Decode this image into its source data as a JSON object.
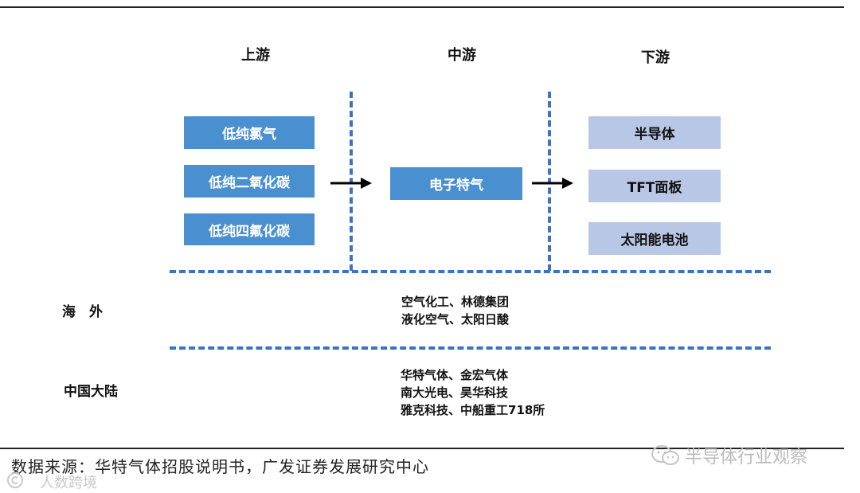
{
  "headers": {
    "upstream": "上游",
    "midstream": "中游",
    "downstream": "下游"
  },
  "upstream_boxes": [
    "低纯氯气",
    "低纯二氧化碳",
    "低纯四氟化碳"
  ],
  "midstream_box": "电子特气",
  "downstream_boxes": [
    "半导体",
    "TFT面板",
    "太阳能电池"
  ],
  "rows": [
    {
      "label": "海　外",
      "companies": [
        "空气化工、林德集团",
        "液化空气、太阳日酸"
      ]
    },
    {
      "label": "中国大陆",
      "companies": [
        "华特气体、金宏气体",
        "南大光电、昊华科技",
        "雅克科技、中船重工718所"
      ]
    }
  ],
  "footer": {
    "source": "数据来源：华特气体招股说明书，广发证券发展研究中心"
  },
  "watermarks": {
    "right": "半导体行业观察",
    "left": "人数跨境"
  },
  "colors": {
    "upstream_fill": "#4a8fd0",
    "downstream_fill": "#b8c7e6",
    "dash": "#3a72c4"
  }
}
